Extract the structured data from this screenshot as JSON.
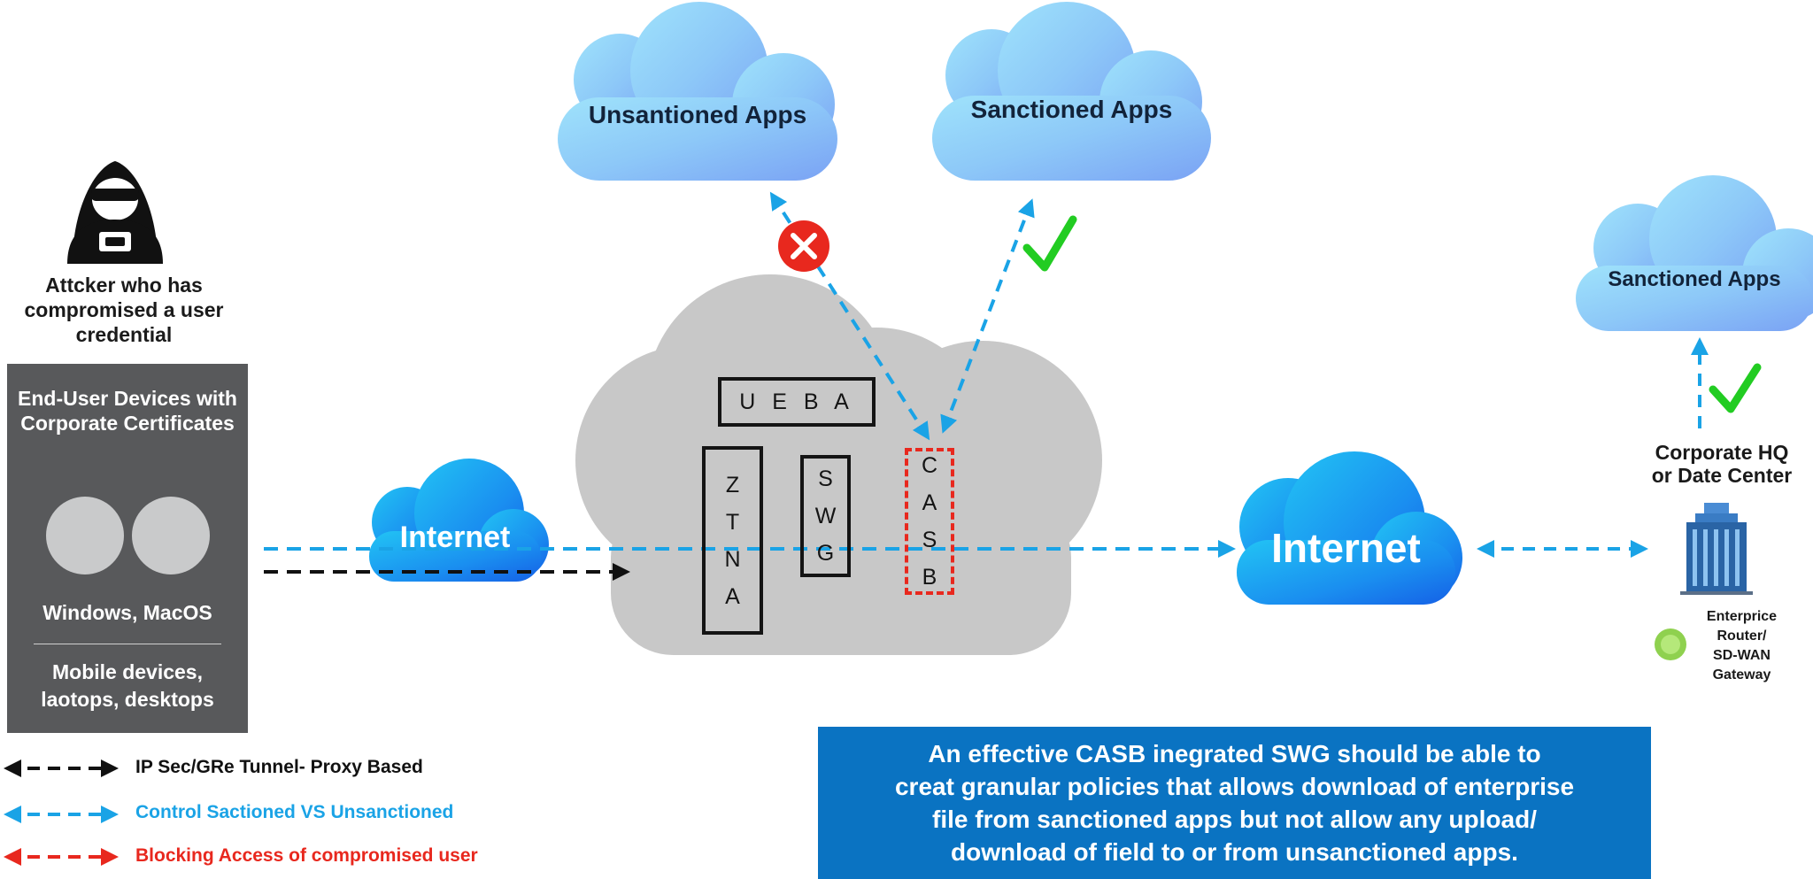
{
  "clouds": {
    "unsanctioned": "Unsantioned Apps",
    "sanctioned_top": "Sanctioned Apps",
    "sanctioned_right": "Sanctioned Apps",
    "internet_left": "Internet",
    "internet_right": "Internet"
  },
  "attacker": {
    "icon": "hooded-attacker-icon",
    "label_lines": [
      "Attcker who has",
      "compromised a user",
      "credential"
    ]
  },
  "devices": {
    "title_lines": [
      "End-User Devices with",
      "Corporate Certificates"
    ],
    "os_label": "Windows, MacOS",
    "types_lines": [
      "Mobile devices,",
      "laotops, desktops"
    ]
  },
  "security_cloud": {
    "ueba": "U E B A",
    "ztna": [
      "Z",
      "T",
      "N",
      "A"
    ],
    "swg": [
      "S",
      "W",
      "G"
    ],
    "casb": [
      "C",
      "A",
      "S",
      "B"
    ]
  },
  "corporate": {
    "label_lines": [
      "Corporate HQ",
      "or Date Center"
    ],
    "router_lines": [
      "Enterprice",
      "Router/",
      "SD-WAN",
      "Gateway"
    ]
  },
  "legend": [
    {
      "text": "IP Sec/GRe Tunnel- Proxy Based",
      "color": "#111111"
    },
    {
      "text": "Control Sactioned VS Unsanctioned",
      "color": "#1aa3e6"
    },
    {
      "text": "Blocking Access of compromised user",
      "color": "#e8281e"
    }
  ],
  "info_box": {
    "lines": [
      "An effective CASB inegrated SWG should be able to",
      "creat granular policies that allows download of enterprise",
      "file from sanctioned apps but not allow any upload/",
      "download of field to or from unsanctioned apps."
    ]
  },
  "colors": {
    "blue_dash": "#1aa3e6",
    "red": "#e8281e",
    "green_check": "#22cc22",
    "info_bg": "#0a73c2",
    "devices_bg": "#58595b",
    "security_cloud": "#c8c8c8"
  }
}
